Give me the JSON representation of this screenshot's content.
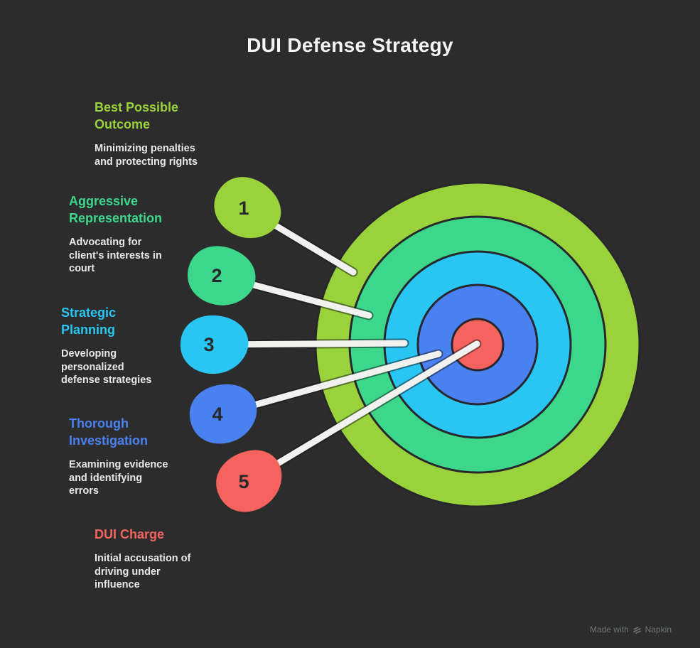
{
  "title": "DUI Defense Strategy",
  "background_color": "#2c2c2c",
  "text_color": "#e8e8e7",
  "items": [
    {
      "number": "1",
      "title": "Best Possible\nOutcome",
      "description": "Minimizing penalties\nand protecting rights",
      "color": "#99d23a"
    },
    {
      "number": "2",
      "title": "Aggressive\nRepresentation",
      "description": "Advocating for\nclient's interests in\ncourt",
      "color": "#3cd78b"
    },
    {
      "number": "3",
      "title": "Strategic\nPlanning",
      "description": "Developing\npersonalized\ndefense strategies",
      "color": "#29c6f4"
    },
    {
      "number": "4",
      "title": "Thorough\nInvestigation",
      "description": "Examining evidence\nand identifying\nerrors",
      "color": "#4a81f1"
    },
    {
      "number": "5",
      "title": "DUI Charge",
      "description": "Initial accusation of\ndriving under\ninfluence",
      "color": "#f4635d"
    }
  ],
  "target": {
    "ring_colors_outer_to_center": [
      "#99d23a",
      "#3cd78b",
      "#29c6f4",
      "#4a81f1",
      "#f4635d"
    ],
    "ring_outline_color": "#28282c",
    "connector_color": "#f1f1ef"
  },
  "watermark": {
    "prefix": "Made with",
    "brand": "Napkin"
  }
}
